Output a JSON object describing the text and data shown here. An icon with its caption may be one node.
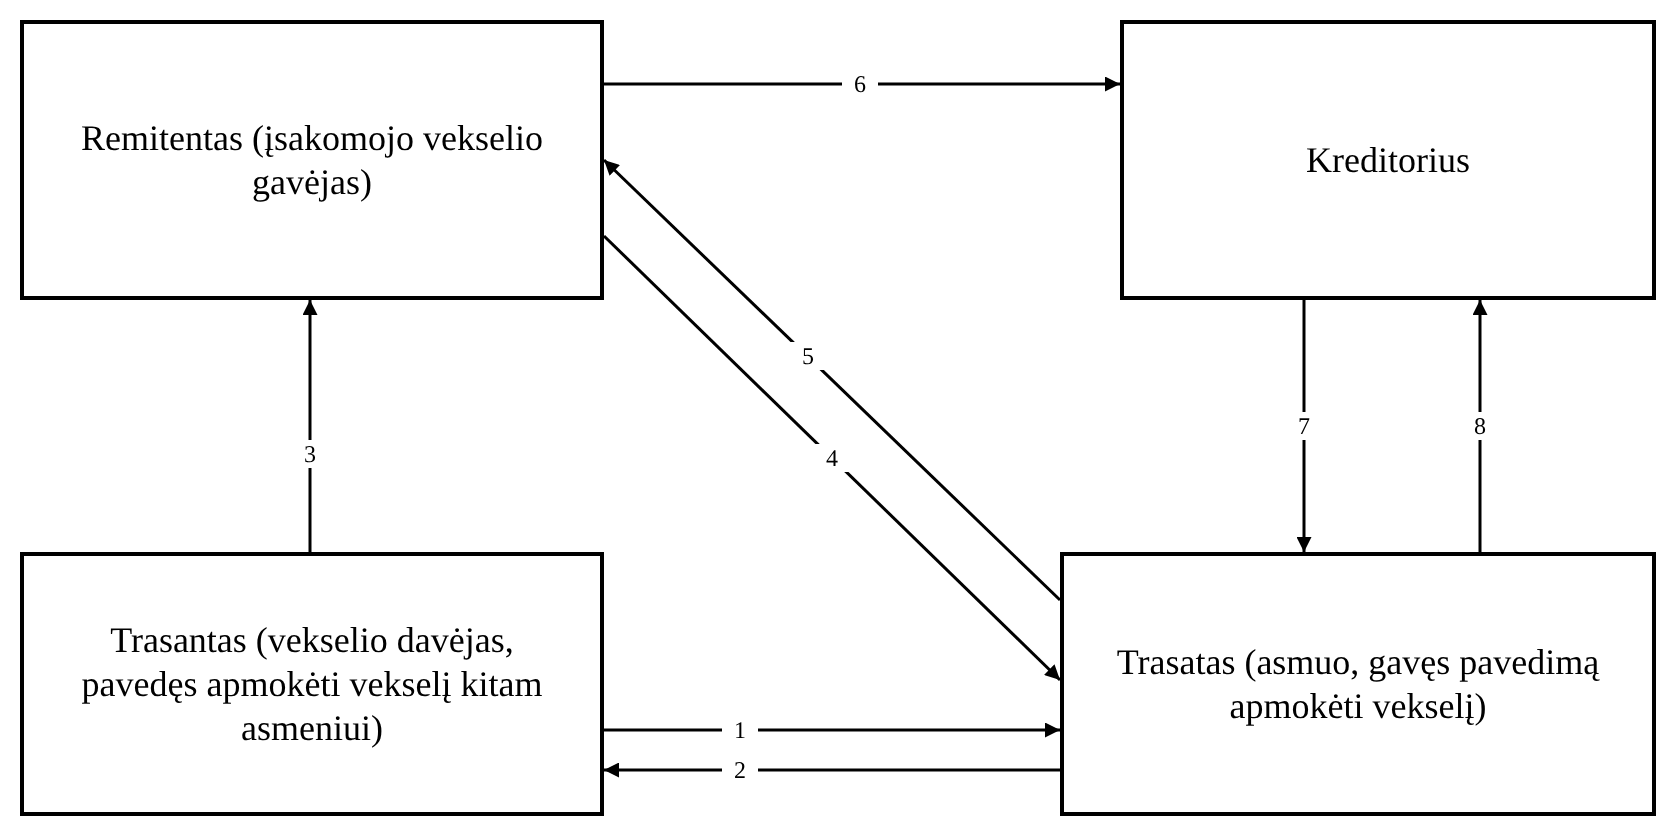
{
  "diagram": {
    "nodes": [
      {
        "text": [
          "Remitentas (įsakomojo vekselio gavėjas)"
        ]
      },
      {
        "text": [
          "Kreditorius"
        ]
      },
      {
        "text": [
          "Trasantas (vekselio davėjas, pavedęs apmokėti vekselį kitam asmeniui)"
        ]
      },
      {
        "text": [
          "Trasatas (asmuo, gavęs pavedimą apmokėti vekselį)"
        ]
      }
    ],
    "edges": [
      {
        "from": 2,
        "to": 3,
        "arrow": "to",
        "label": "1"
      },
      {
        "from": 3,
        "to": 2,
        "arrow": "to",
        "label": "2"
      },
      {
        "from": 2,
        "to": 0,
        "arrow": "to",
        "label": "3"
      },
      {
        "from": 0,
        "to": 3,
        "arrow": "to",
        "label": "4"
      },
      {
        "from": 3,
        "to": 0,
        "arrow": "to",
        "label": "5"
      },
      {
        "from": 0,
        "to": 1,
        "arrow": "to",
        "label": "6"
      },
      {
        "from": 1,
        "to": 3,
        "arrow": "to",
        "label": "7"
      },
      {
        "from": 3,
        "to": 1,
        "arrow": "to",
        "label": "8"
      }
    ]
  }
}
